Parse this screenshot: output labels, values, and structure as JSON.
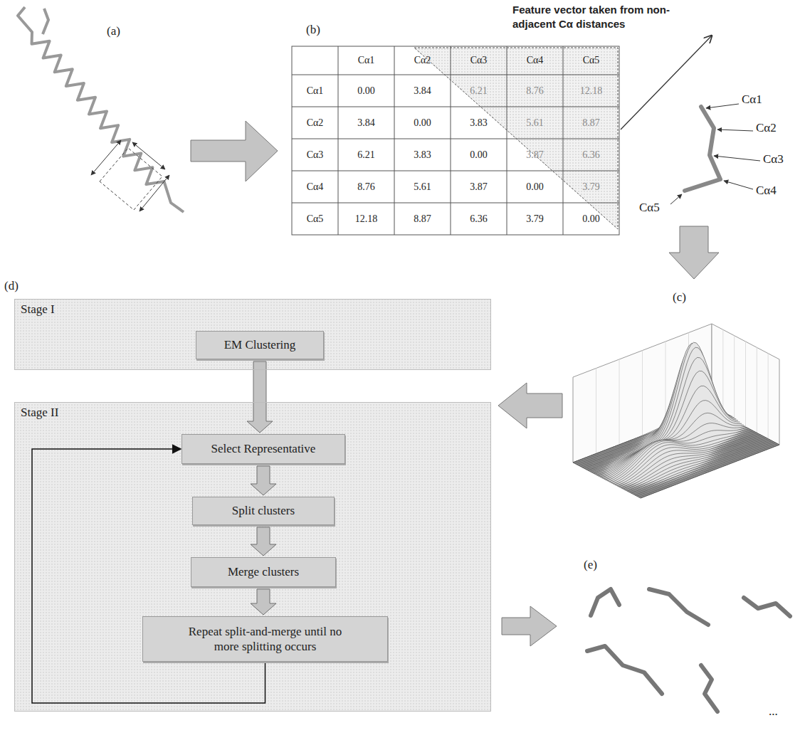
{
  "diagram": {
    "nodes": [
      {
        "text": [
          "Stage I"
        ]
      },
      {
        "text": [
          "EM Clustering"
        ],
        "in": 0
      },
      {
        "text": [
          "Stage II"
        ]
      },
      {
        "text": [
          "Select Representative"
        ],
        "in": 2
      },
      {
        "text": [
          "Split clusters"
        ],
        "in": 2
      },
      {
        "text": [
          "Merge clusters"
        ],
        "in": 2
      },
      {
        "text": [
          "Repeat split-and-merge until no more splitting occurs"
        ],
        "in": 2
      }
    ],
    "edges": [
      {
        "from": 1,
        "to": 3,
        "arrow": "to"
      },
      {
        "from": 3,
        "to": 4,
        "arrow": "to"
      },
      {
        "from": 4,
        "to": 5,
        "arrow": "to"
      },
      {
        "from": 5,
        "to": 6,
        "arrow": "to"
      },
      {
        "from": 6,
        "to": 3,
        "arrow": "to"
      }
    ],
    "labels": [
      "(a)",
      "(b)",
      "Feature vector taken from non-adjacent Cα distances",
      "Cα1",
      "Cα2",
      "Cα3",
      "Cα4",
      "Cα5",
      "Cα1",
      "0.00",
      "3.84",
      "6.21",
      "8.76",
      "12.18",
      "Cα2",
      "3.84",
      "0.00",
      "3.83",
      "5.61",
      "8.87",
      "Cα3",
      "6.21",
      "3.83",
      "0.00",
      "3.87",
      "6.36",
      "Cα4",
      "8.76",
      "5.61",
      "3.87",
      "0.00",
      "3.79",
      "Cα5",
      "12.18",
      "8.87",
      "6.36",
      "3.79",
      "0.00",
      "Cα1",
      "Cα2",
      "Cα3",
      "Cα4",
      "Cα5",
      "(c)",
      "(d)",
      "(e)",
      "..."
    ]
  }
}
